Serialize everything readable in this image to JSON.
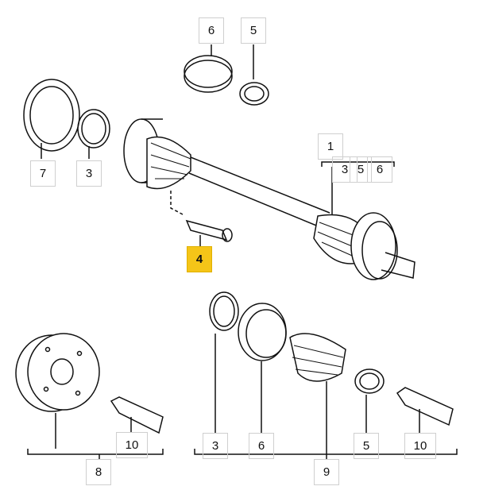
{
  "diagram": {
    "highlight_color": "#f5c518",
    "callouts": {
      "top_6": "6",
      "top_5": "5",
      "left_7": "7",
      "left_3": "3",
      "shaft_1": "1",
      "shaft_sub_3": "3",
      "shaft_sub_5": "5",
      "shaft_sub_6": "6",
      "bolt_4": "4",
      "flange_8": "8",
      "grease_left_10": "10",
      "kit_3": "3",
      "kit_6": "6",
      "kit_9": "9",
      "kit_5": "5",
      "kit_10": "10"
    }
  }
}
